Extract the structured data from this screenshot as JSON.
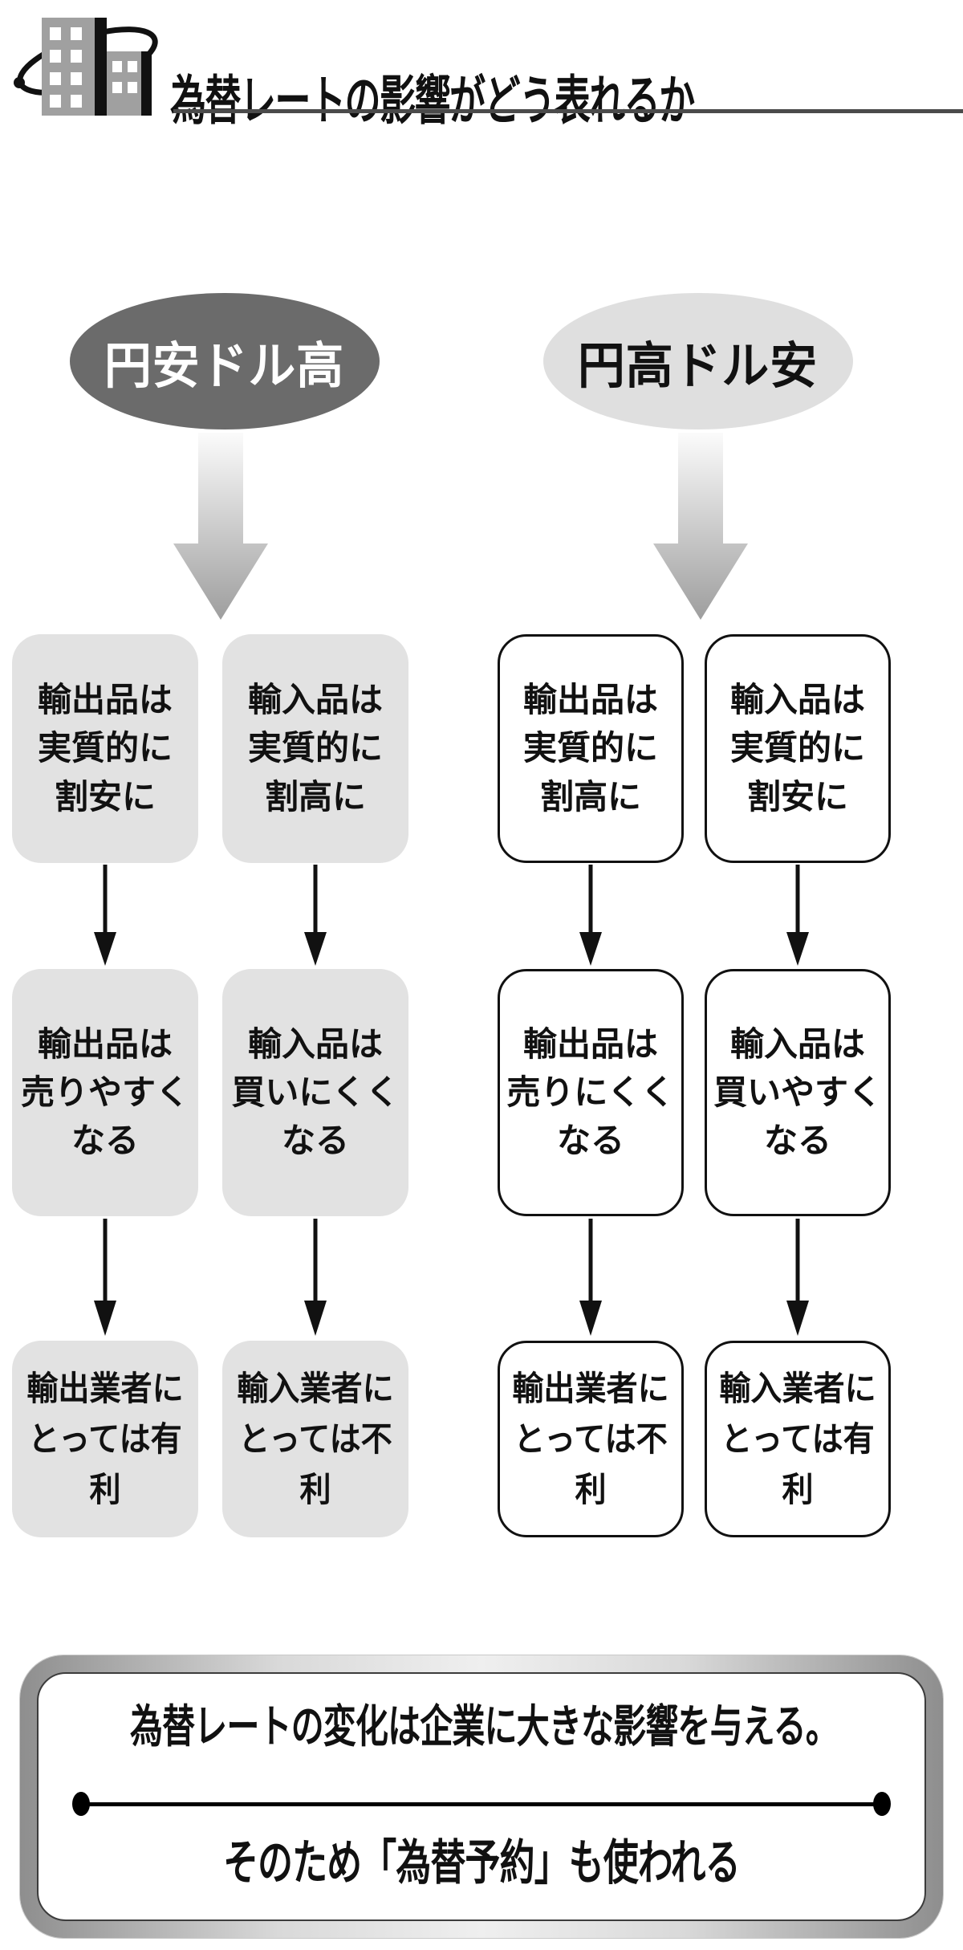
{
  "header": {
    "title": "為替レートの影響がどう表れるか",
    "icon": "building-orbit-icon"
  },
  "scenarios": [
    {
      "label": "円安ドル高",
      "style": "dark-gray-oval"
    },
    {
      "label": "円高ドル安",
      "style": "light-gray-oval"
    }
  ],
  "columns": [
    {
      "scenario": "円安ドル高",
      "tone": "filled",
      "boxes": [
        {
          "lines": [
            "輸出品は",
            "実質的に",
            "割安に"
          ]
        },
        {
          "lines": [
            "輸出品は",
            "売りやすく",
            "なる"
          ]
        },
        {
          "lines": [
            "輸出業者に",
            "とっては有利"
          ]
        }
      ]
    },
    {
      "scenario": "円安ドル高",
      "tone": "filled",
      "boxes": [
        {
          "lines": [
            "輸入品は",
            "実質的に",
            "割高に"
          ]
        },
        {
          "lines": [
            "輸入品は",
            "買いにくく",
            "なる"
          ]
        },
        {
          "lines": [
            "輸入業者に",
            "とっては不利"
          ]
        }
      ]
    },
    {
      "scenario": "円高ドル安",
      "tone": "outline",
      "boxes": [
        {
          "lines": [
            "輸出品は",
            "実質的に",
            "割高に"
          ]
        },
        {
          "lines": [
            "輸出品は",
            "売りにくく",
            "なる"
          ]
        },
        {
          "lines": [
            "輸出業者に",
            "とっては不利"
          ]
        }
      ]
    },
    {
      "scenario": "円高ドル安",
      "tone": "outline",
      "boxes": [
        {
          "lines": [
            "輸入品は",
            "実質的に",
            "割安に"
          ]
        },
        {
          "lines": [
            "輸入品は",
            "買いやすく",
            "なる"
          ]
        },
        {
          "lines": [
            "輸入業者に",
            "とっては有利"
          ]
        }
      ]
    }
  ],
  "footer": {
    "line1": "為替レートの変化は企業に大きな影響を与える。",
    "line2": "そのため「為替予約」も使われる"
  },
  "colors": {
    "dark_oval": "#6b6b6b",
    "light_fill": "#e2e2e2",
    "ink": "#111111",
    "arrow_gradient_top": "#fafafa",
    "arrow_gradient_bottom": "#9e9e9e",
    "banner_border_gray": "#8e8e8e"
  }
}
